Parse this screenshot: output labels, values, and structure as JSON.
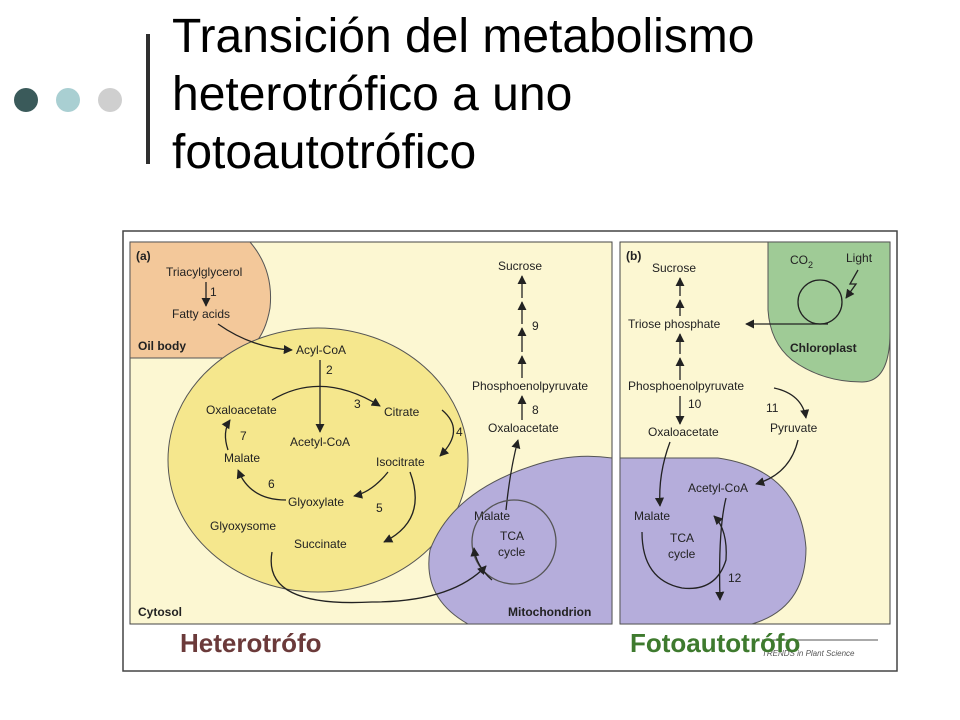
{
  "slide": {
    "title_lines": [
      "Transición del metabolismo",
      "heterotrófico a uno",
      "fotoautotrófico"
    ],
    "dot_colors": [
      "#3a5a5a",
      "#a9cfd2",
      "#cfcfcf"
    ]
  },
  "colors": {
    "cytosol": "#fcf7d2",
    "oil_body": "#f3c89a",
    "glyoxysome": "#f5e78d",
    "mitochondrion": "#b5addb",
    "chloroplast": "#9fcb96",
    "heterotrofo_label": "#6b3a3a",
    "fotoautotrofo_label": "#3e7a2e"
  },
  "panel_a": {
    "tag": "(a)",
    "oil_body": "Oil body",
    "triacylglycerol": "Triacylglycerol",
    "step1": "1",
    "fatty_acids": "Fatty acids",
    "acyl_coa": "Acyl-CoA",
    "step2": "2",
    "step3": "3",
    "citrate": "Citrate",
    "oxaloacetate_gly": "Oxaloacetate",
    "step7": "7",
    "acetyl_coa": "Acetyl-CoA",
    "malate_gly": "Malate",
    "step4": "4",
    "isocitrate": "Isocitrate",
    "step6": "6",
    "glyoxylate": "Glyoxylate",
    "step5": "5",
    "glyoxysome": "Glyoxysome",
    "succinate": "Succinate",
    "sucrose": "Sucrose",
    "step9": "9",
    "pep": "Phosphoenolpyruvate",
    "step8": "8",
    "oxaloacetate_cyt": "Oxaloacetate",
    "malate_mito": "Malate",
    "tca1": "TCA",
    "tca2": "cycle",
    "mitochondrion": "Mitochondrion",
    "cytosol": "Cytosol"
  },
  "panel_b": {
    "tag": "(b)",
    "sucrose": "Sucrose",
    "co2": "CO",
    "co2_sub": "2",
    "light": "Light",
    "triose_phosphate": "Triose phosphate",
    "chloroplast": "Chloroplast",
    "pep": "Phosphoenolpyruvate",
    "step10": "10",
    "step11": "11",
    "oxaloacetate": "Oxaloacetate",
    "pyruvate": "Pyruvate",
    "acetyl_coa": "Acetyl-CoA",
    "malate": "Malate",
    "tca1": "TCA",
    "tca2": "cycle",
    "step12": "12"
  },
  "footer": {
    "heterotrofo": "Heterotrófo",
    "fotoautotrofo": "Fotoautotrófo",
    "journal": "TRENDS in Plant Science"
  }
}
